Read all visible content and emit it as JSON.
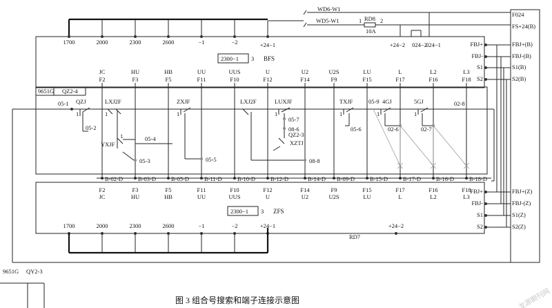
{
  "caption": "图 3   组合号搜索和端子连接示意图",
  "watermark": "龙源期刊网",
  "top_feeders": {
    "wd6": "WD6-W1",
    "wd5": "WD5-W1",
    "rd8": "RD8",
    "rd8_left_pin": "1",
    "rd8_right_pin": "2",
    "rating": "10A"
  },
  "right_terminal_block": {
    "f024": "F024",
    "fs24": "FS+24(B)",
    "fbj_plus_b": "FBJ+(B)",
    "fbj_minus_b": "FBJ-(B)",
    "s1_b": "S1(B)",
    "s2_b": "S2(B)",
    "fbj_plus_z": "FBJ+(Z)",
    "fbj_minus_z": "FBJ-(Z)",
    "s1_z": "S1(Z)",
    "s2_z": "S2(Z)"
  },
  "bfs_relay": {
    "bus_labels": [
      "1700",
      "2000",
      "2300",
      "2600",
      "−1",
      "−2",
      "+24−1",
      "+24−2",
      "024−2",
      "024−1"
    ],
    "model": "2300−1",
    "pin": "3",
    "name": "BFS",
    "side_pins": [
      "FBJ+",
      "FBJ-",
      "S1",
      "S2"
    ],
    "terminal_top": [
      "JC",
      "HU",
      "HB",
      "UU",
      "UUS",
      "U",
      "U2",
      "U2S",
      "LU",
      "L",
      "L2",
      "L3"
    ],
    "terminal_bottom": [
      "F2",
      "F3",
      "F5",
      "F11",
      "F10",
      "F12",
      "F14",
      "F9",
      "F15",
      "F17",
      "F16",
      "F18"
    ]
  },
  "qz_block": {
    "name": "9651G",
    "tag": "QZ2-4",
    "switches": [
      "QZJ",
      "LXJ2F",
      "ZXJF",
      "LXJ2F",
      "LUXJF",
      "TXJF",
      "4GJ",
      "5GJ",
      "YXJF",
      "QZ2-3",
      "XZTJ"
    ],
    "contact_one": "1",
    "nodes": [
      "05-1",
      "05-2",
      "05-4",
      "05-3",
      "05-5",
      "05-7",
      "08-6",
      "08-8",
      "05-6",
      "05-9",
      "02-6",
      "02-7",
      "02-8"
    ],
    "b_terminals": [
      "B-02-D",
      "B-03-D",
      "B-05-D",
      "B-11-D",
      "B-10-D",
      "B-12-D",
      "B-14-D",
      "B-09-D",
      "B-15-D",
      "B-17-D",
      "B-16-D",
      "B-18-D"
    ]
  },
  "zfs_relay": {
    "terminal_top": [
      "F2",
      "F3",
      "F5",
      "F11",
      "F10",
      "F12",
      "F14",
      "F9",
      "F15",
      "F17",
      "F16",
      "F18"
    ],
    "terminal_bottom": [
      "JC",
      "HU",
      "HB",
      "UU",
      "UUS",
      "U",
      "U2",
      "U2S",
      "LU",
      "L",
      "L2",
      "L3"
    ],
    "model": "2300−1",
    "pin": "3",
    "name": "ZFS",
    "side_pins": [
      "FBJ+",
      "FBJ-",
      "S1",
      "S2"
    ],
    "bus_labels": [
      "1700",
      "2000",
      "2300",
      "2600",
      "−1",
      "−2",
      "+24−1",
      "+24−2"
    ],
    "fuse": "RD7"
  },
  "bottom_block": {
    "name": "9651G",
    "tag": "QY2-3"
  }
}
